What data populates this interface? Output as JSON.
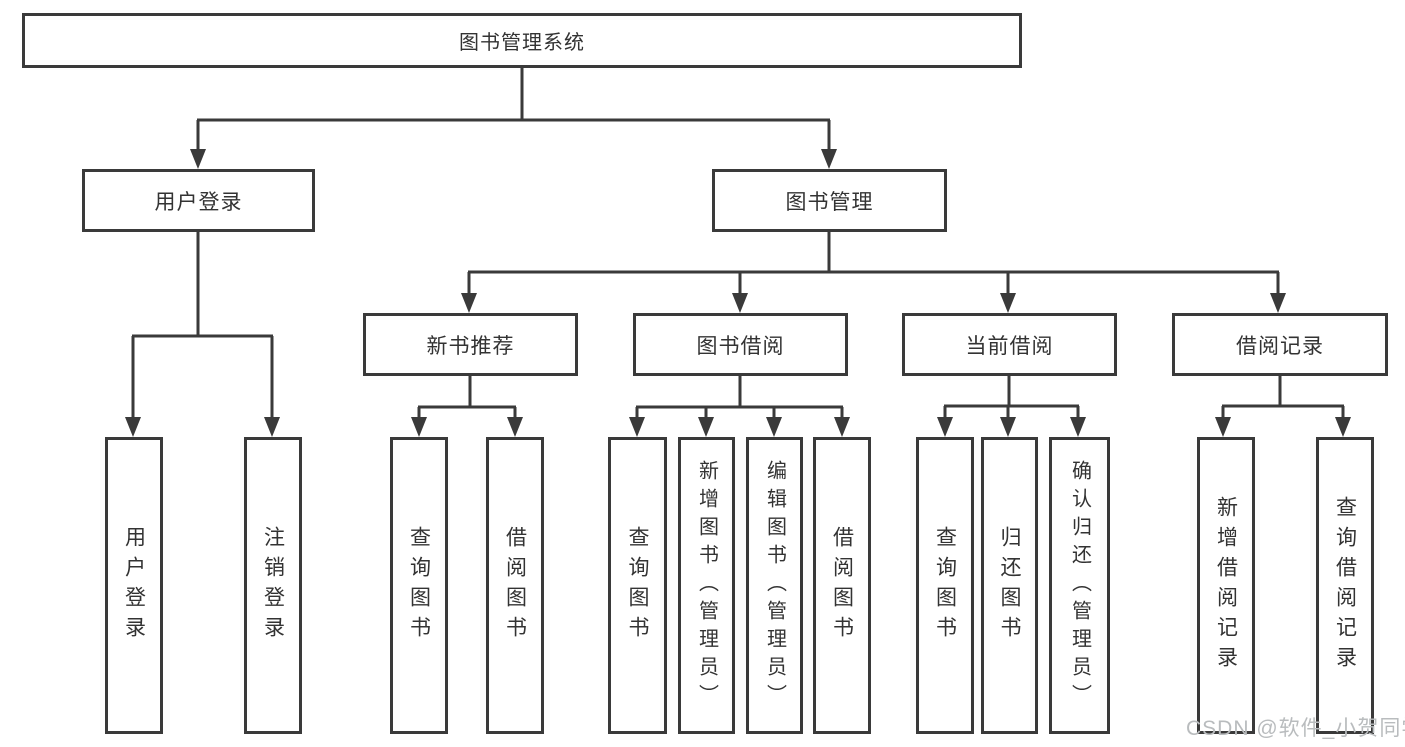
{
  "diagram": {
    "type": "tree",
    "root": {
      "label": "图书管理系统"
    },
    "level2": [
      {
        "label": "用户登录"
      },
      {
        "label": "图书管理"
      }
    ],
    "level3": [
      {
        "label": "新书推荐",
        "parent": "图书管理"
      },
      {
        "label": "图书借阅",
        "parent": "图书管理"
      },
      {
        "label": "当前借阅",
        "parent": "图书管理"
      },
      {
        "label": "借阅记录",
        "parent": "图书管理"
      }
    ],
    "leaves": {
      "user_login": [
        {
          "label": "用户登录"
        },
        {
          "label": "注销登录"
        }
      ],
      "new_book": [
        {
          "label": "查询图书"
        },
        {
          "label": "借阅图书"
        }
      ],
      "book_borrow": [
        {
          "label": "查询图书"
        },
        {
          "label": "新增图书（管理员）"
        },
        {
          "label": "编辑图书（管理员）"
        },
        {
          "label": "借阅图书"
        }
      ],
      "current_borrow": [
        {
          "label": "查询图书"
        },
        {
          "label": "归还图书"
        },
        {
          "label": "确认归还（管理员）"
        }
      ],
      "borrow_records": [
        {
          "label": "新增借阅记录"
        },
        {
          "label": "查询借阅记录"
        }
      ]
    }
  },
  "watermark": {
    "text": "CSDN @软件_小贺同学",
    "color": "#b9bcbe"
  },
  "colors": {
    "line": "#3a3a3a",
    "border": "#3a3a3a",
    "text": "#333333",
    "background": "#ffffff"
  }
}
